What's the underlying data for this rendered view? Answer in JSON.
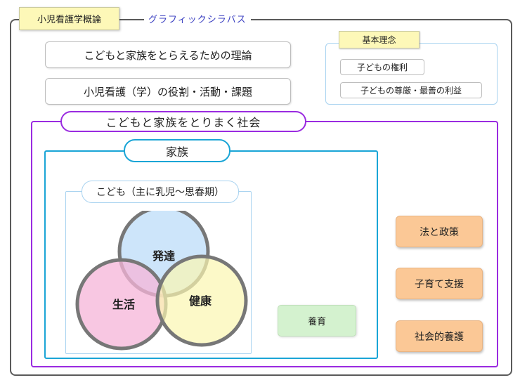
{
  "title": "小児看護学概論",
  "subtitle": "グラフィックシラバス",
  "theory": [
    "こどもと家族をとらえるための理論",
    "小児看護（学）の役割・活動・課題"
  ],
  "basic_concept": {
    "title": "基本理念",
    "items": [
      "子どもの権利",
      "子どもの尊厳・最善の利益"
    ]
  },
  "society": {
    "label": "こどもと家族をとりまく社会"
  },
  "family": {
    "label": "家族"
  },
  "child": {
    "label": "こども（主に乳児～思春期）",
    "venn": [
      "発達",
      "生活",
      "健康"
    ]
  },
  "nurturing": "養育",
  "policies": [
    "法と政策",
    "子育て支援",
    "社会的養護"
  ],
  "colors": {
    "title_bg": "#fdf8b8",
    "subtitle": "#3d42c2",
    "society_border": "#9a2be0",
    "family_border": "#1aa5d6",
    "child_border": "#a9d3f0",
    "venn_development": "#bcdcf8",
    "venn_life": "#f6b4d8",
    "venn_health": "#fbf7b0",
    "nurturing_bg": "#d4f2cf",
    "policy_bg": "#fbc896"
  }
}
